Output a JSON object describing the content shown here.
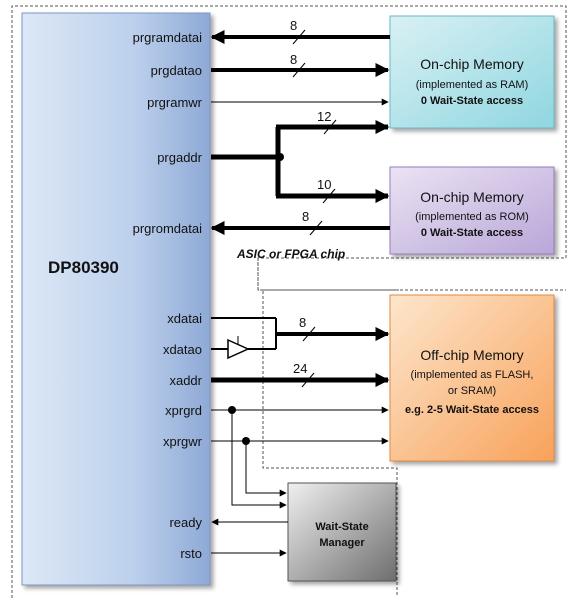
{
  "core": {
    "name": "DP80390"
  },
  "chip_label": "ASIC or FPGA chip",
  "signals": {
    "prgramdatai": "prgramdatai",
    "prgdatao": "prgdatao",
    "prgramwr": "prgramwr",
    "prgaddr": "prgaddr",
    "prgromdatai": "prgromdatai",
    "xdatai": "xdatai",
    "xdatao": "xdatao",
    "xaddr": "xaddr",
    "xprgrd": "xprgrd",
    "xprgwr": "xprgwr",
    "ready": "ready",
    "rsto": "rsto"
  },
  "bus_widths": {
    "prgramdatai": "8",
    "prgdatao": "8",
    "prgaddr_ram": "12",
    "prgaddr_rom": "10",
    "prgromdatai": "8",
    "xdata": "8",
    "xaddr": "24"
  },
  "ram": {
    "title": "On-chip Memory",
    "subtitle": "(implemented as RAM)",
    "access": "0 Wait-State access",
    "color": "#8fd6e0"
  },
  "rom": {
    "title": "On-chip Memory",
    "subtitle": "(implemented as ROM)",
    "access": "0 Wait-State access",
    "color": "#b9a6d8"
  },
  "offchip": {
    "title": "Off-chip Memory",
    "subtitle_line1": "(implemented as FLASH,",
    "subtitle_line2": "or SRAM)",
    "access": "e.g. 2-5 Wait-State access",
    "color": "#fbb06b"
  },
  "wait_state": {
    "line1": "Wait-State",
    "line2": "Manager"
  }
}
